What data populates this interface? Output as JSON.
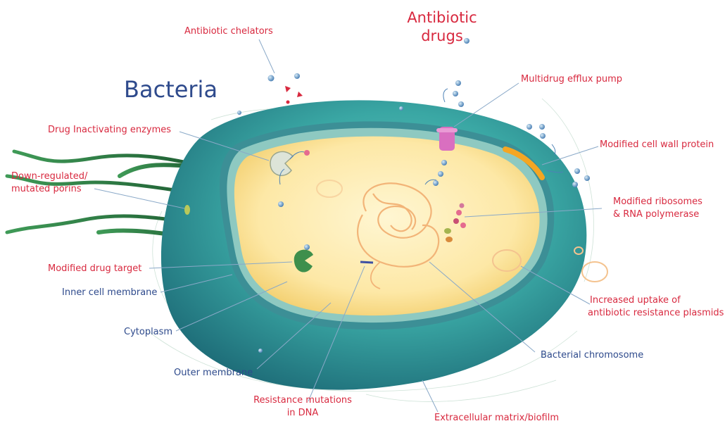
{
  "diagram": {
    "title": "Bacteria",
    "header": "Antibiotic drugs",
    "labels": {
      "antibiotic_chelators": "Antibiotic chelators",
      "multidrug_efflux_pump": "Multidrug efflux pump",
      "modified_cell_wall_protein": "Modified cell wall protein",
      "drug_inactivating_enzymes": "Drug Inactivating enzymes",
      "down_regulated_porins_l1": "Down-regulated/",
      "down_regulated_porins_l2": "mutated porins",
      "modified_ribosomes_l1": "Modified ribosomes",
      "modified_ribosomes_l2": "& RNA polymerase",
      "modified_drug_target": "Modified drug target",
      "inner_cell_membrane": "Inner cell membrane",
      "increased_uptake_l1": "Increased uptake of",
      "increased_uptake_l2": "antibiotic resistance plasmids",
      "cytoplasm": "Cytoplasm",
      "bacterial_chromosome": "Bacterial chromosome",
      "outer_membrane": "Outer membrane",
      "resistance_mutations_l1": "Resistance mutations",
      "resistance_mutations_l2": "in DNA",
      "extracellular_matrix": "Extracellular matrix/biofilm"
    }
  },
  "colors": {
    "label_red": "#d8293f",
    "label_blue": "#2e4a8c",
    "outer_membrane": "#2a9a9c",
    "cytoplasm": "#fbe7a2",
    "pump": "#d96fc0",
    "wall_protein": "#f5a623",
    "flagella": "#2e7d46"
  }
}
